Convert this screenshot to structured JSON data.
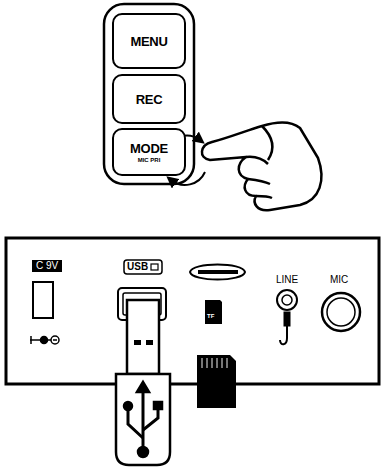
{
  "diagram": {
    "nodes": [
      {
        "text": [
          "MENU"
        ]
      },
      {
        "text": [
          "REC"
        ]
      },
      {
        "text": [
          "MODE",
          "MIC PRI"
        ]
      }
    ],
    "labels": [
      "C 9V",
      "USB",
      "TF",
      "LINE",
      "MIC"
    ]
  }
}
